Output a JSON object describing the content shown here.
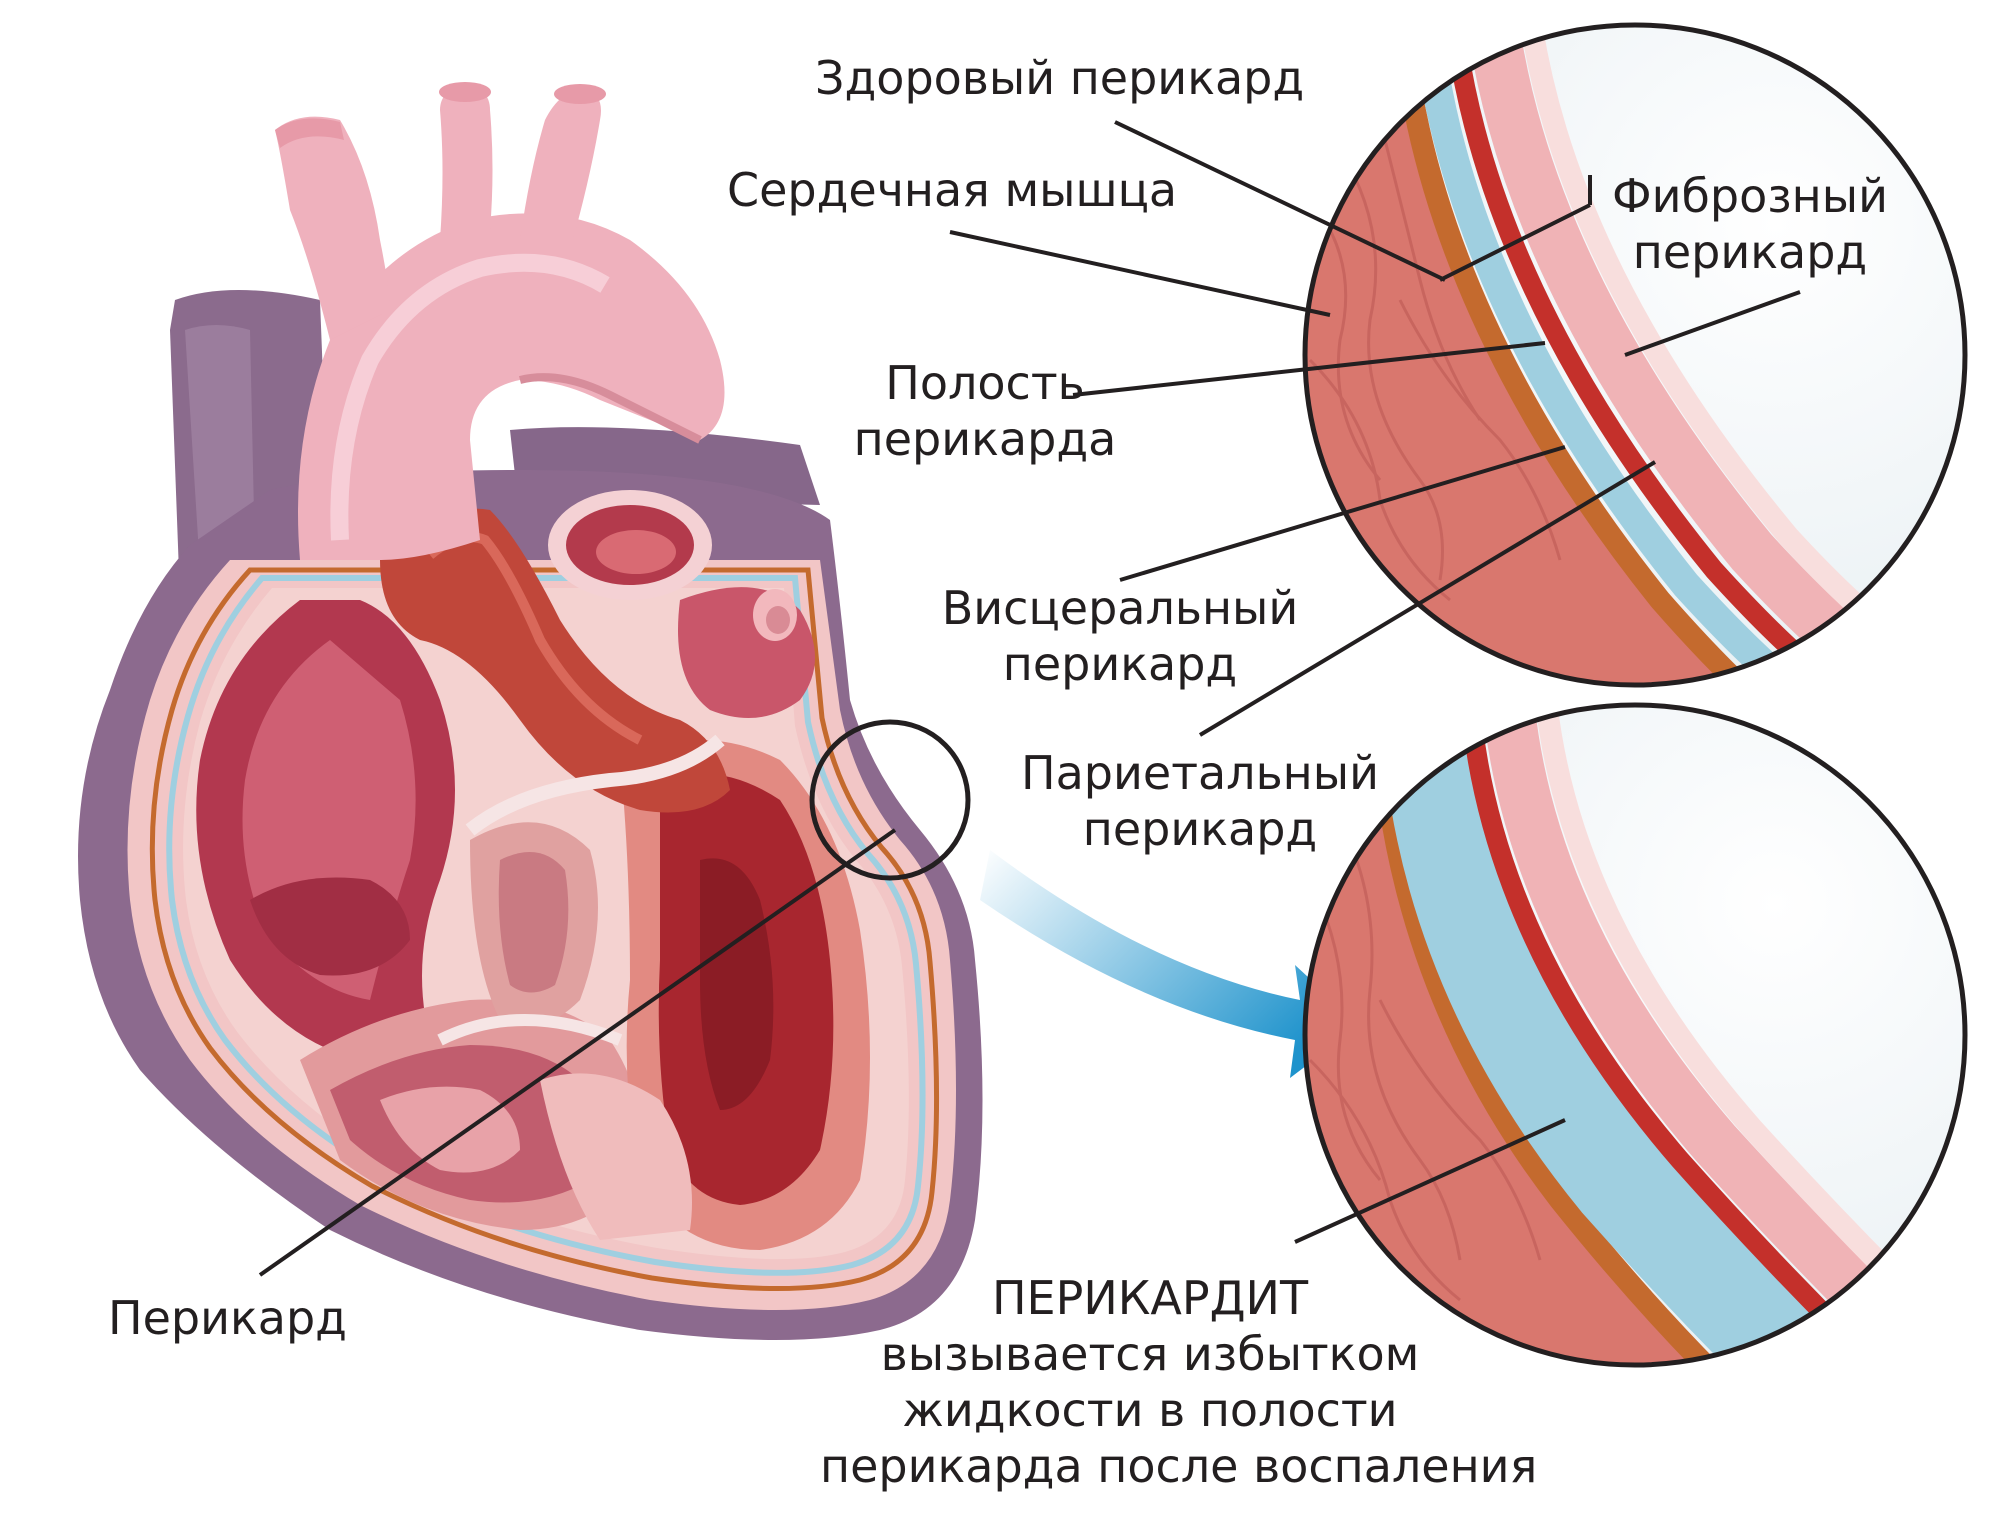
{
  "labels": {
    "healthy_pericardium": "Здоровый перикард",
    "heart_muscle": "Сердечная мышца",
    "fibrous_pericardium": [
      "Фиброзный",
      "перикард"
    ],
    "pericardial_cavity": [
      "Полость",
      "перикарда"
    ],
    "visceral_pericardium": [
      "Висцеральный",
      "перикард"
    ],
    "parietal_pericardium": [
      "Париетальный",
      "перикард"
    ],
    "pericardium": "Перикард",
    "pericarditis_title": "ПЕРИКАРДИТ",
    "pericarditis_desc": [
      "вызывается избытком",
      "жидкости в полости",
      "перикарда после воспаления"
    ]
  },
  "colors": {
    "muscle": "#d9776e",
    "muscle_dark": "#c0504a",
    "visceral": "#c46a2e",
    "cavity": "#9fcfe0",
    "parietal": "#c4302b",
    "fibrous": "#f0b3b6",
    "outer": "#f6d7d6",
    "chamber": "#b23a52",
    "aorta": "#efb0bb",
    "vein": "#8a6a8c",
    "arrow": "#2e9bd0"
  }
}
